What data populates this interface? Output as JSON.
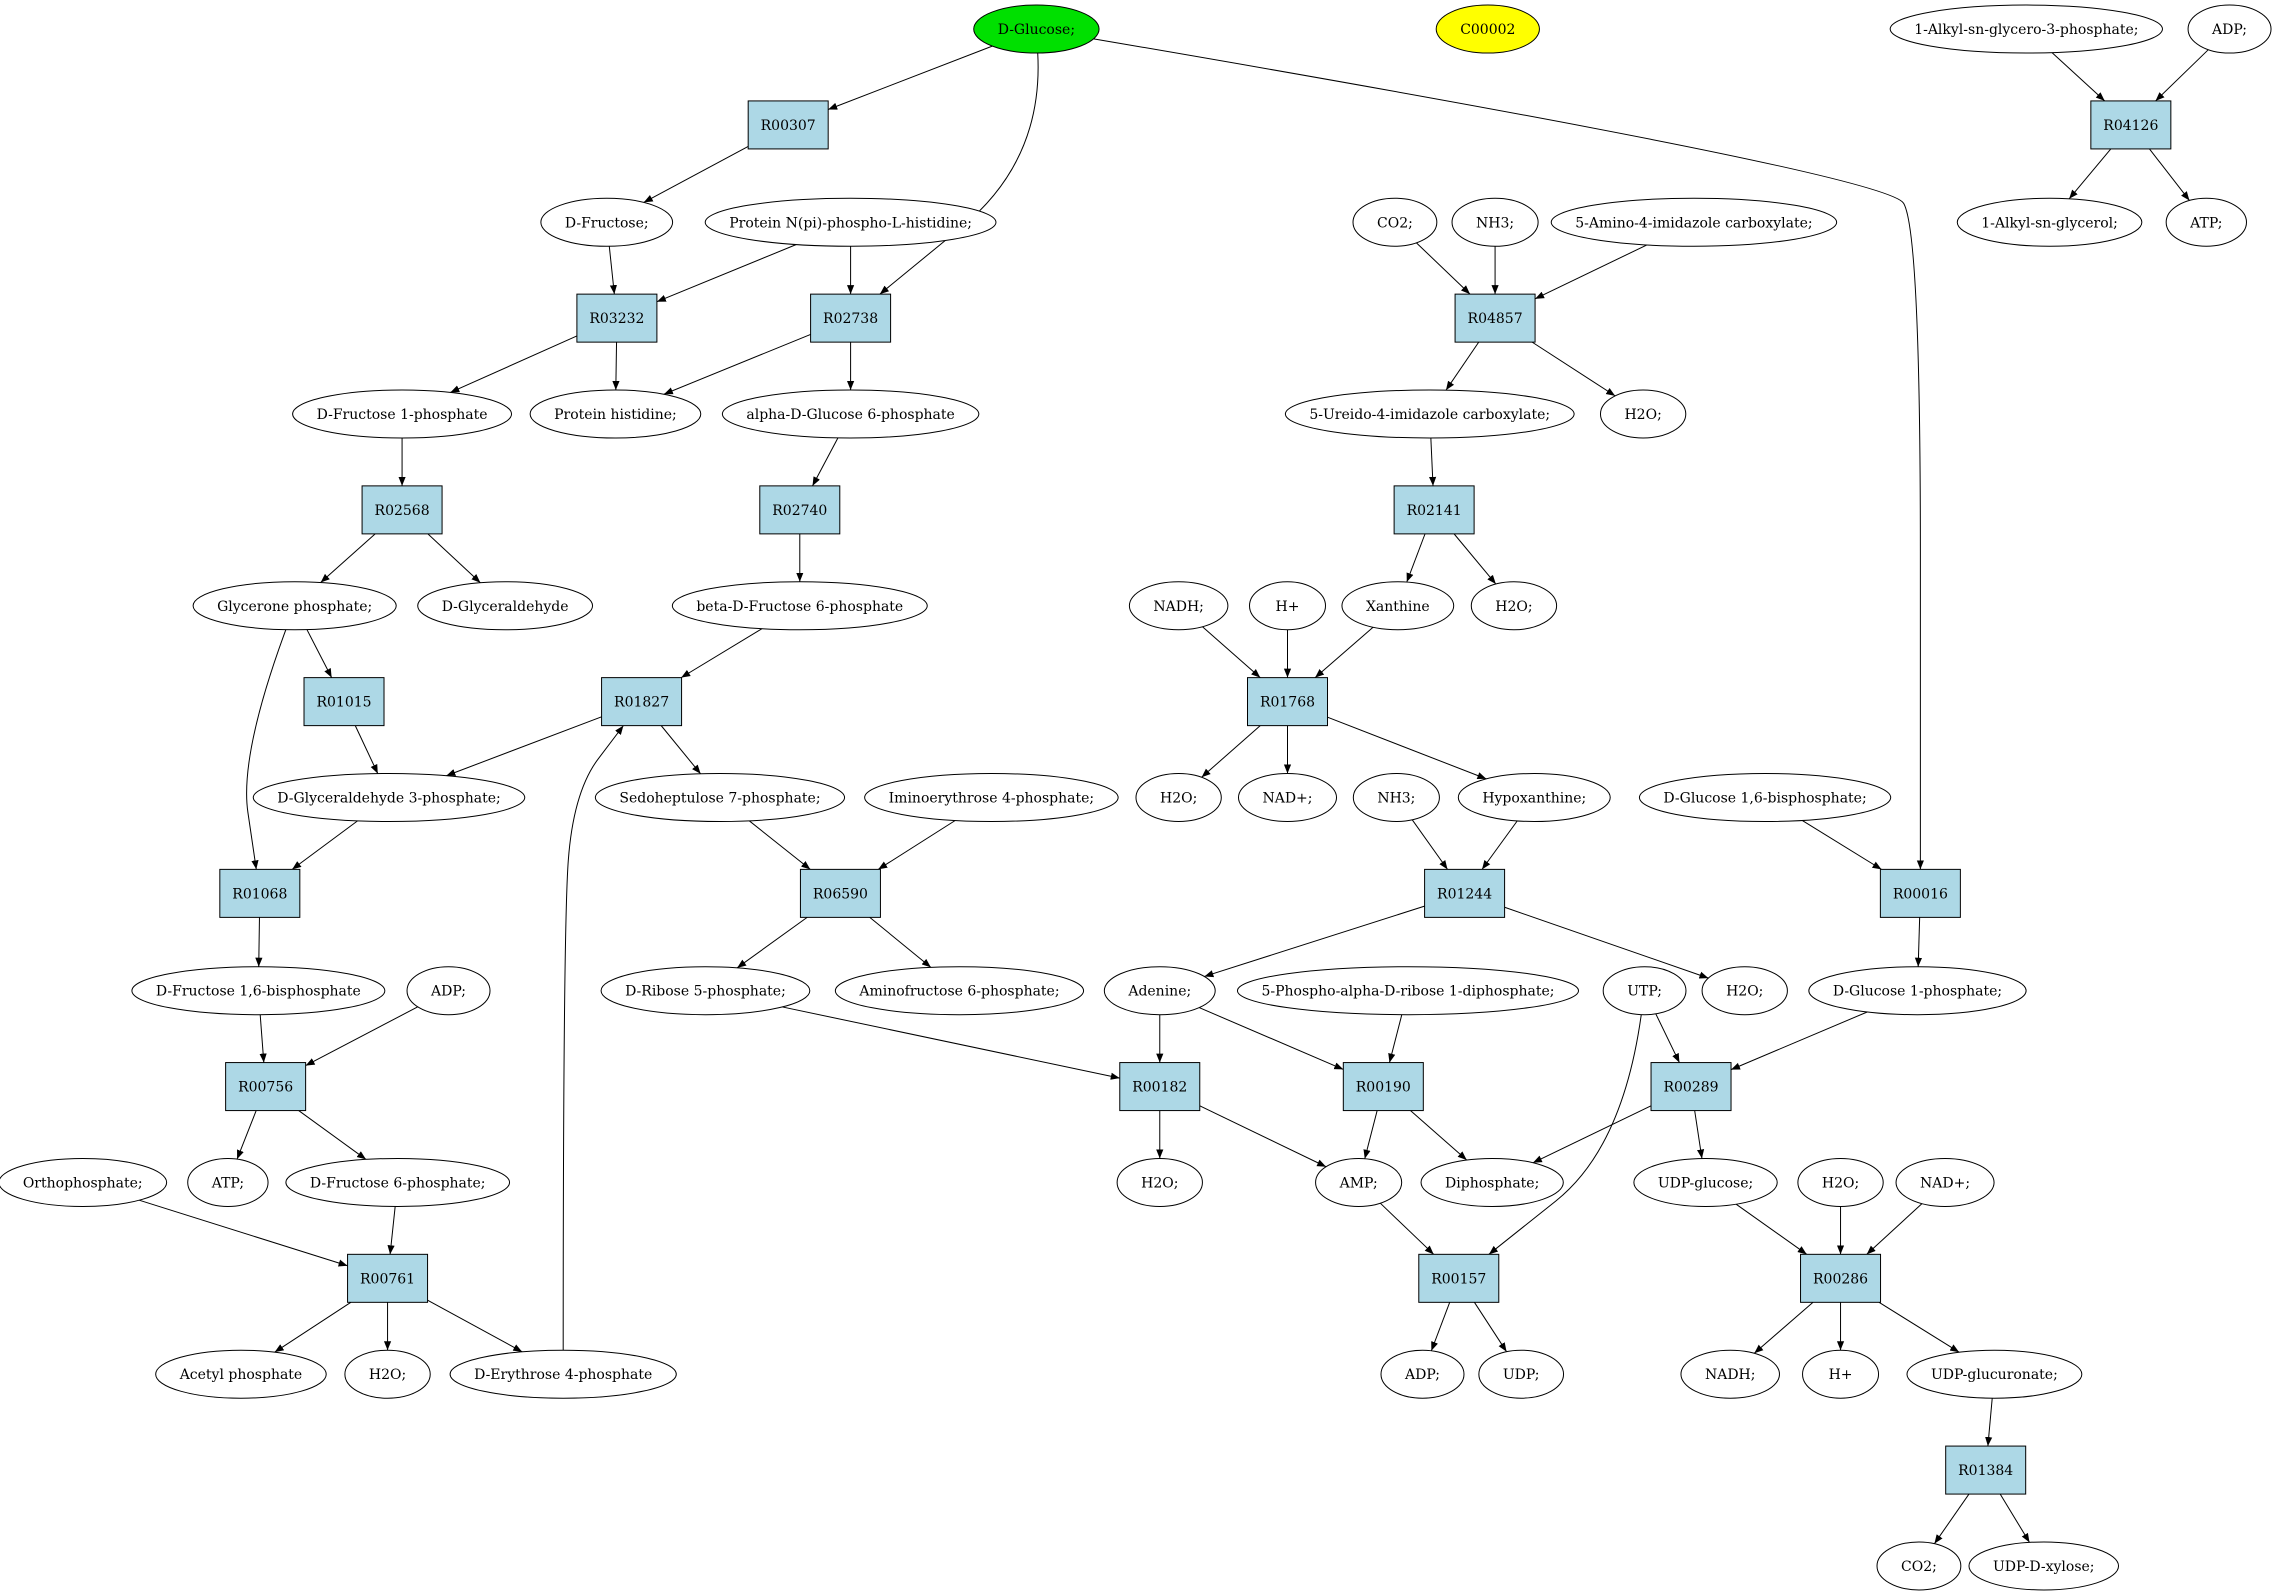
{
  "colors": {
    "highlight": "#00e000",
    "query": "#ffff00",
    "reaction": "#add8e6",
    "compound": "#ffffff"
  },
  "compounds": {
    "dglucose": "D-Glucose;",
    "c00002": "C00002",
    "alkylgp": "1-Alkyl-sn-glycero-3-phosphate;",
    "adp_top": "ADP;",
    "dfructose": "D-Fructose;",
    "protnphis": "Protein N(pi)-phospho-L-histidine;",
    "co2_top": "CO2;",
    "nh3_top": "NH3;",
    "aica": "5-Amino-4-imidazole carboxylate;",
    "alkylg": "1-Alkyl-sn-glycerol;",
    "atp_top": "ATP;",
    "df1p": "D-Fructose 1-phosphate",
    "prothis": "Protein histidine;",
    "ag6p": "alpha-D-Glucose 6-phosphate",
    "ureido": "5-Ureido-4-imidazole carboxylate;",
    "h2o_a": "H2O;",
    "glyp": "Glycerone phosphate;",
    "dgly": "D-Glyceraldehyde",
    "bf6p": "beta-D-Fructose 6-phosphate",
    "nadh_a": "NADH;",
    "hplus_a": "H+",
    "xanthine": "Xanthine",
    "h2o_b": "H2O;",
    "g3p": "D-Glyceraldehyde 3-phosphate;",
    "s7p": "Sedoheptulose 7-phosphate;",
    "ie4p": "Iminoerythrose 4-phosphate;",
    "h2o_c": "H2O;",
    "nadplus_a": "NAD+;",
    "nh3_mid": "NH3;",
    "hypox": "Hypoxanthine;",
    "g16bp": "D-Glucose 1,6-bisphosphate;",
    "fbp": "D-Fructose 1,6-bisphosphate",
    "adp_mid": "ADP;",
    "r5p": "D-Ribose 5-phosphate;",
    "af6p": "Aminofructose 6-phosphate;",
    "adenine": "Adenine;",
    "prpp": "5-Phospho-alpha-D-ribose 1-diphosphate;",
    "utp": "UTP;",
    "h2o_d": "H2O;",
    "g1p": "D-Glucose 1-phosphate;",
    "orthop": "Orthophosphate;",
    "atp_mid": "ATP;",
    "f6p": "D-Fructose 6-phosphate;",
    "h2o_e": "H2O;",
    "amp": "AMP;",
    "diphos": "Diphosphate;",
    "udpglc": "UDP-glucose;",
    "h2o_f": "H2O;",
    "nadplus_b": "NAD+;",
    "acetylp": "Acetyl phosphate",
    "h2o_g": "H2O;",
    "e4p": "D-Erythrose 4-phosphate",
    "adp_bot": "ADP;",
    "udp": "UDP;",
    "nadh_b": "NADH;",
    "hplus_b": "H+",
    "udpgluc": "UDP-glucuronate;",
    "co2_bot": "CO2;",
    "udpxyl": "UDP-D-xylose;"
  },
  "reactions": {
    "R00307": "R00307",
    "R04126": "R04126",
    "R03232": "R03232",
    "R02738": "R02738",
    "R04857": "R04857",
    "R02568": "R02568",
    "R02740": "R02740",
    "R02141": "R02141",
    "R01015": "R01015",
    "R01827": "R01827",
    "R01768": "R01768",
    "R01068": "R01068",
    "R06590": "R06590",
    "R01244": "R01244",
    "R00016": "R00016",
    "R00756": "R00756",
    "R00182": "R00182",
    "R00190": "R00190",
    "R00289": "R00289",
    "R00761": "R00761",
    "R00157": "R00157",
    "R00286": "R00286",
    "R01384": "R01384"
  },
  "edges": [
    [
      "dglucose",
      "R00307"
    ],
    [
      "dglucose",
      "R02738"
    ],
    [
      "dglucose",
      "R00016"
    ],
    [
      "R00307",
      "dfructose"
    ],
    [
      "dfructose",
      "R03232"
    ],
    [
      "protnphis",
      "R03232"
    ],
    [
      "protnphis",
      "R02738"
    ],
    [
      "R03232",
      "df1p"
    ],
    [
      "R03232",
      "prothis"
    ],
    [
      "R02738",
      "prothis"
    ],
    [
      "R02738",
      "ag6p"
    ],
    [
      "df1p",
      "R02568"
    ],
    [
      "R02568",
      "glyp"
    ],
    [
      "R02568",
      "dgly"
    ],
    [
      "ag6p",
      "R02740"
    ],
    [
      "R02740",
      "bf6p"
    ],
    [
      "bf6p",
      "R01827"
    ],
    [
      "glyp",
      "R01015"
    ],
    [
      "glyp",
      "R01068"
    ],
    [
      "R01015",
      "g3p"
    ],
    [
      "R01827",
      "g3p"
    ],
    [
      "R01827",
      "s7p"
    ],
    [
      "g3p",
      "R01068"
    ],
    [
      "R01068",
      "fbp"
    ],
    [
      "fbp",
      "R00756"
    ],
    [
      "adp_mid",
      "R00756"
    ],
    [
      "R00756",
      "atp_mid"
    ],
    [
      "R00756",
      "f6p"
    ],
    [
      "f6p",
      "R00761"
    ],
    [
      "orthop",
      "R00761"
    ],
    [
      "R00761",
      "acetylp"
    ],
    [
      "R00761",
      "h2o_g"
    ],
    [
      "R00761",
      "e4p"
    ],
    [
      "e4p",
      "R01827"
    ],
    [
      "s7p",
      "R06590"
    ],
    [
      "ie4p",
      "R06590"
    ],
    [
      "R06590",
      "r5p"
    ],
    [
      "R06590",
      "af6p"
    ],
    [
      "alkylgp",
      "R04126"
    ],
    [
      "adp_top",
      "R04126"
    ],
    [
      "R04126",
      "alkylg"
    ],
    [
      "R04126",
      "atp_top"
    ],
    [
      "co2_top",
      "R04857"
    ],
    [
      "nh3_top",
      "R04857"
    ],
    [
      "aica",
      "R04857"
    ],
    [
      "R04857",
      "ureido"
    ],
    [
      "R04857",
      "h2o_a"
    ],
    [
      "ureido",
      "R02141"
    ],
    [
      "R02141",
      "xanthine"
    ],
    [
      "R02141",
      "h2o_b"
    ],
    [
      "nadh_a",
      "R01768"
    ],
    [
      "hplus_a",
      "R01768"
    ],
    [
      "xanthine",
      "R01768"
    ],
    [
      "R01768",
      "h2o_c"
    ],
    [
      "R01768",
      "nadplus_a"
    ],
    [
      "R01768",
      "hypox"
    ],
    [
      "nh3_mid",
      "R01244"
    ],
    [
      "hypox",
      "R01244"
    ],
    [
      "R01244",
      "adenine"
    ],
    [
      "R01244",
      "h2o_d"
    ],
    [
      "g16bp",
      "R00016"
    ],
    [
      "R00016",
      "g1p"
    ],
    [
      "r5p",
      "R00182"
    ],
    [
      "adenine",
      "R00182"
    ],
    [
      "R00182",
      "h2o_e"
    ],
    [
      "R00182",
      "amp"
    ],
    [
      "adenine",
      "R00190"
    ],
    [
      "prpp",
      "R00190"
    ],
    [
      "R00190",
      "amp"
    ],
    [
      "R00190",
      "diphos"
    ],
    [
      "utp",
      "R00289"
    ],
    [
      "g1p",
      "R00289"
    ],
    [
      "R00289",
      "diphos"
    ],
    [
      "R00289",
      "udpglc"
    ],
    [
      "amp",
      "R00157"
    ],
    [
      "utp",
      "R00157"
    ],
    [
      "R00157",
      "adp_bot"
    ],
    [
      "R00157",
      "udp"
    ],
    [
      "udpglc",
      "R00286"
    ],
    [
      "h2o_f",
      "R00286"
    ],
    [
      "nadplus_b",
      "R00286"
    ],
    [
      "R00286",
      "nadh_b"
    ],
    [
      "R00286",
      "hplus_b"
    ],
    [
      "R00286",
      "udpgluc"
    ],
    [
      "udpgluc",
      "R01384"
    ],
    [
      "R01384",
      "co2_bot"
    ],
    [
      "R01384",
      "udpxyl"
    ]
  ]
}
